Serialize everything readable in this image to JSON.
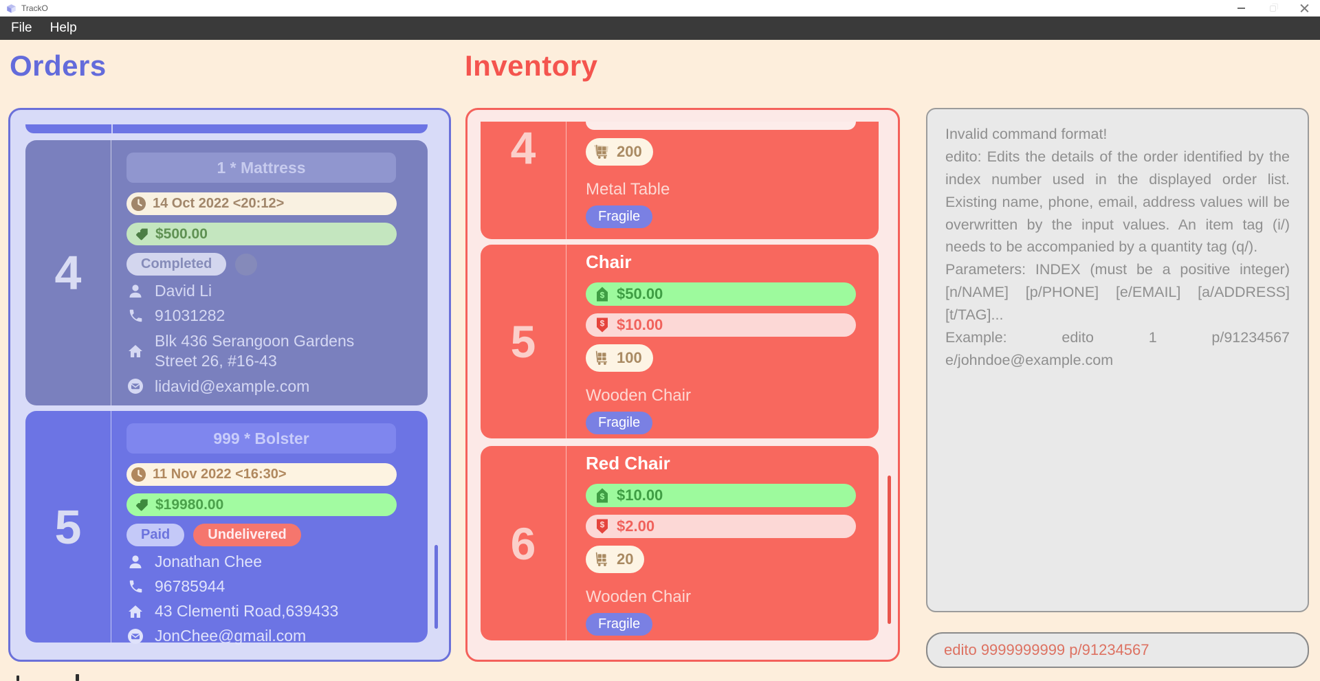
{
  "window": {
    "title": "TrackO",
    "menu": {
      "file": "File",
      "help": "Help"
    }
  },
  "headings": {
    "orders": "Orders",
    "inventory": "Inventory"
  },
  "colors": {
    "orders_accent": "#636bdb",
    "inventory_accent": "#f4544e",
    "order_card_completed_bg": "#7a80be",
    "order_card_active_bg": "#6c74e4",
    "inventory_card_bg": "#f8685e",
    "price_green": "#a2fba1",
    "cost_pink": "#fcd8d6",
    "undelivered_red": "#f5766d",
    "fragile_tag": "#7a80e3"
  },
  "orders": {
    "cards": [
      {
        "index": "4",
        "item": "1 * Mattress",
        "date": "14 Oct 2022 <20:12>",
        "price": "$500.00",
        "statuses": [
          "Completed"
        ],
        "name": "David Li",
        "phone": "91031282",
        "address_lines": [
          "Blk 436 Serangoon Gardens",
          "Street 26, #16-43"
        ],
        "email": "lidavid@example.com"
      },
      {
        "index": "5",
        "item": "999 * Bolster",
        "date": "11 Nov 2022 <16:30>",
        "price": "$19980.00",
        "statuses": [
          "Paid",
          "Undelivered"
        ],
        "name": "Jonathan Chee",
        "phone": "96785944",
        "address_lines": [
          "43 Clementi Road,639433"
        ],
        "email": "JonChee@gmail.com"
      }
    ]
  },
  "inventory": {
    "cards": [
      {
        "index": "4",
        "quantity": "200",
        "description": "Metal Table",
        "tag": "Fragile"
      },
      {
        "index": "5",
        "name": "Chair",
        "sell_price": "$50.00",
        "cost_price": "$10.00",
        "quantity": "100",
        "description": "Wooden Chair",
        "tag": "Fragile"
      },
      {
        "index": "6",
        "name": "Red Chair",
        "sell_price": "$10.00",
        "cost_price": "$2.00",
        "quantity": "20",
        "description": "Wooden Chair",
        "tag": "Fragile"
      }
    ]
  },
  "result_panel": {
    "lines": [
      "Invalid command format!",
      "edito: Edits the details of the order identified by the index number used in the displayed order list. Existing name, phone, email, address values will be overwritten by the input values. An item tag (i/) needs to be accompanied by a quantity tag (q/).",
      "Parameters: INDEX (must be a positive integer) [n/NAME] [p/PHONE] [e/EMAIL] [a/ADDRESS] [t/TAG]...",
      "Example: edito 1 p/91234567 e/johndoe@example.com"
    ]
  },
  "command_input": {
    "value": "edito 9999999999 p/91234567"
  }
}
